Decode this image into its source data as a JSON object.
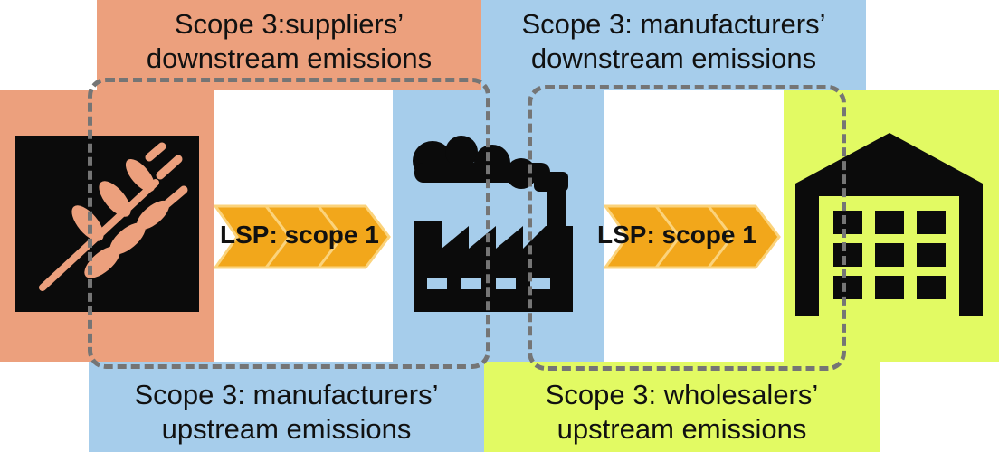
{
  "diagram": {
    "top_left": {
      "line1": "Scope 3:suppliers’",
      "line2": "downstream emissions"
    },
    "top_right": {
      "line1": "Scope 3: manufacturers’",
      "line2": "downstream emissions"
    },
    "bottom_left": {
      "line1": "Scope 3: manufacturers’",
      "line2": "upstream emissions"
    },
    "bottom_right": {
      "line1": "Scope 3: wholesalers’",
      "line2": "upstream emissions"
    },
    "lsp_left": "LSP: scope 1",
    "lsp_right": "LSP: scope 1",
    "icons": [
      "wheat-icon",
      "factory-icon",
      "warehouse-icon"
    ],
    "colors": {
      "supplier": "#ECA07D",
      "manufacturer": "#A6CDEB",
      "wholesaler": "#E2FA63",
      "arrow": "#F2A71B",
      "dash": "#757575"
    }
  }
}
